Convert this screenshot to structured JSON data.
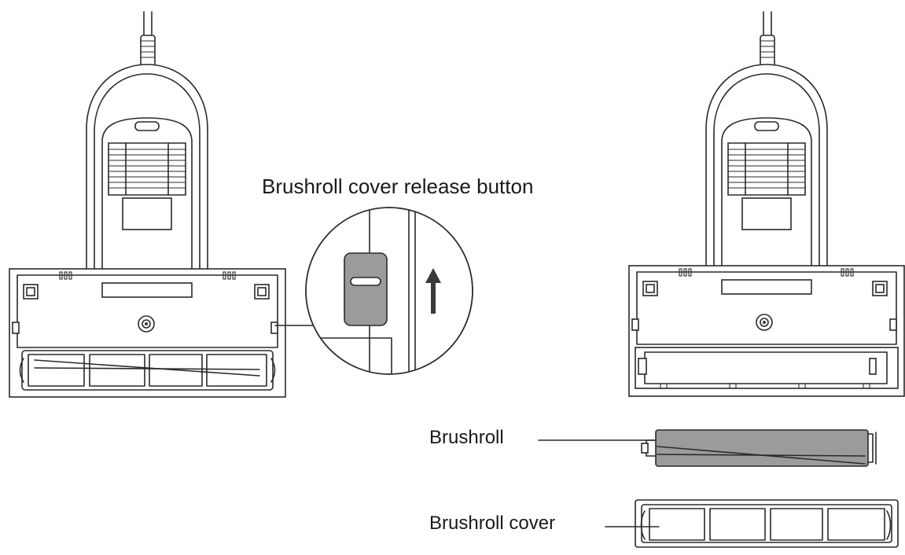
{
  "labels": {
    "release_button": "Brushroll cover release button",
    "brushroll": "Brushroll",
    "brushroll_cover": "Brushroll cover"
  },
  "icons": {
    "arrow": "arrow-up-icon"
  },
  "colors": {
    "line": "#2a2a2a",
    "button_fill": "#9b9b9b",
    "background": "#ffffff"
  }
}
